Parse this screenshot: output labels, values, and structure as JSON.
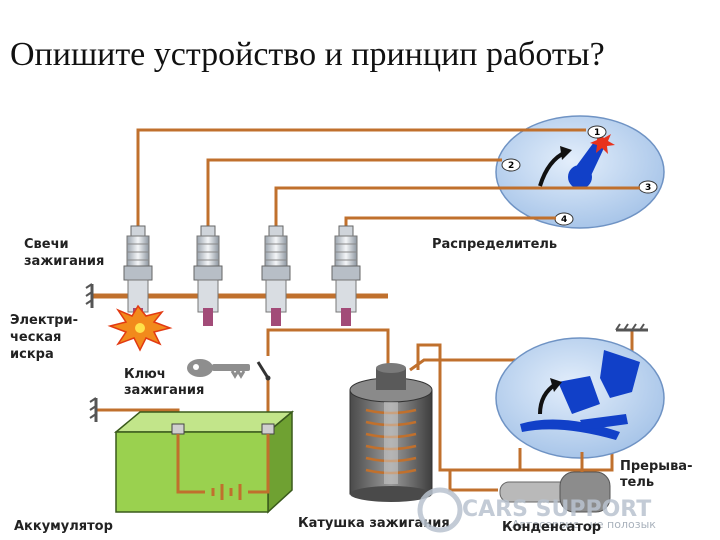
{
  "title": "Опишите устройство и принцип работы?",
  "labels": {
    "spark_plugs": [
      "Свечи",
      "зажигания"
    ],
    "spark": [
      "Электри-",
      "ческая",
      "искра"
    ],
    "ignition_key": [
      "Ключ",
      "зажигания"
    ],
    "battery": "Аккумулятор",
    "coil": "Катушка зажигания",
    "distributor": "Распределитель",
    "breaker": [
      "Прерыва-",
      "тель"
    ],
    "condenser": "Конденсатор"
  },
  "terminals": [
    "1",
    "2",
    "3",
    "4"
  ],
  "watermark": {
    "brand": "CARS SUPPORT",
    "tagline": "Автосервис - не полозык"
  },
  "colors": {
    "wire": "#c0702d",
    "distributor_disc": "#bcd4f1",
    "rotor": "#1140c8",
    "battery_body": "#9ad14f",
    "coil_body": "#6f6f6f"
  }
}
